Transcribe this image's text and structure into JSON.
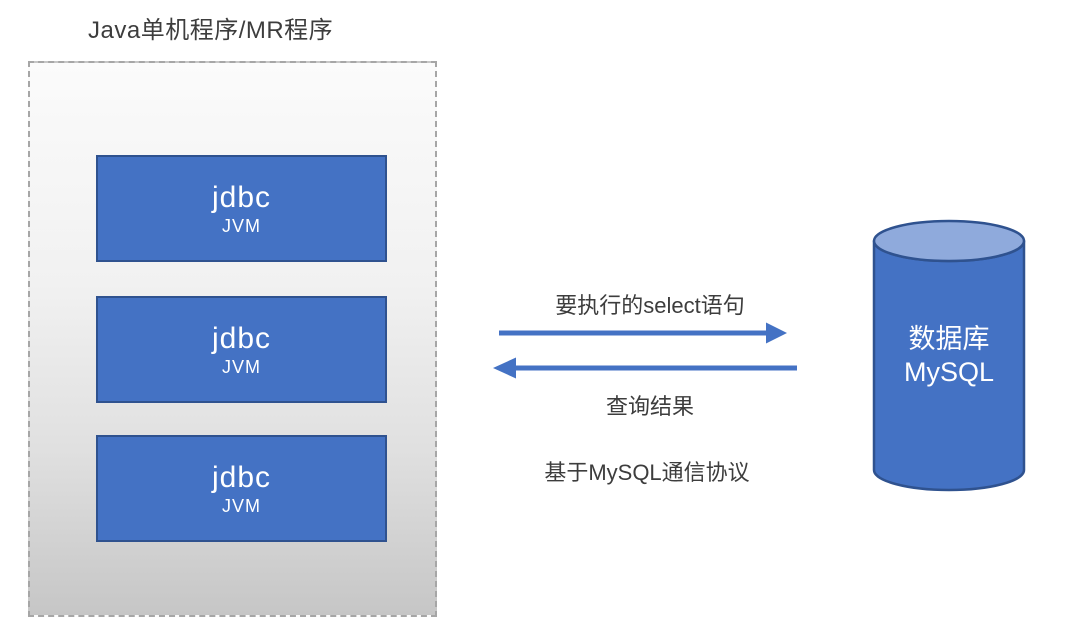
{
  "title": "Java单机程序/MR程序",
  "client_group": {
    "nodes": [
      {
        "main": "jdbc",
        "sub": "JVM"
      },
      {
        "main": "jdbc",
        "sub": "JVM"
      },
      {
        "main": "jdbc",
        "sub": "JVM"
      }
    ]
  },
  "connection": {
    "request_label": "要执行的select语句",
    "response_label": "查询结果",
    "protocol_label": "基于MySQL通信协议"
  },
  "database": {
    "line1": "数据库",
    "line2": "MySQL"
  },
  "colors": {
    "node_fill": "#4472C4",
    "node_border": "#2F528F",
    "arrow": "#4472C4",
    "cylinder_fill": "#4472C4",
    "cylinder_top_fill": "#8FAADC",
    "cylinder_border": "#2F528F",
    "container_border": "#A6A6A6",
    "container_gradient_top": "#FBFBFB",
    "container_gradient_bottom": "#C6C6C6",
    "text": "#3D3D3D",
    "node_text": "#FFFFFF"
  }
}
